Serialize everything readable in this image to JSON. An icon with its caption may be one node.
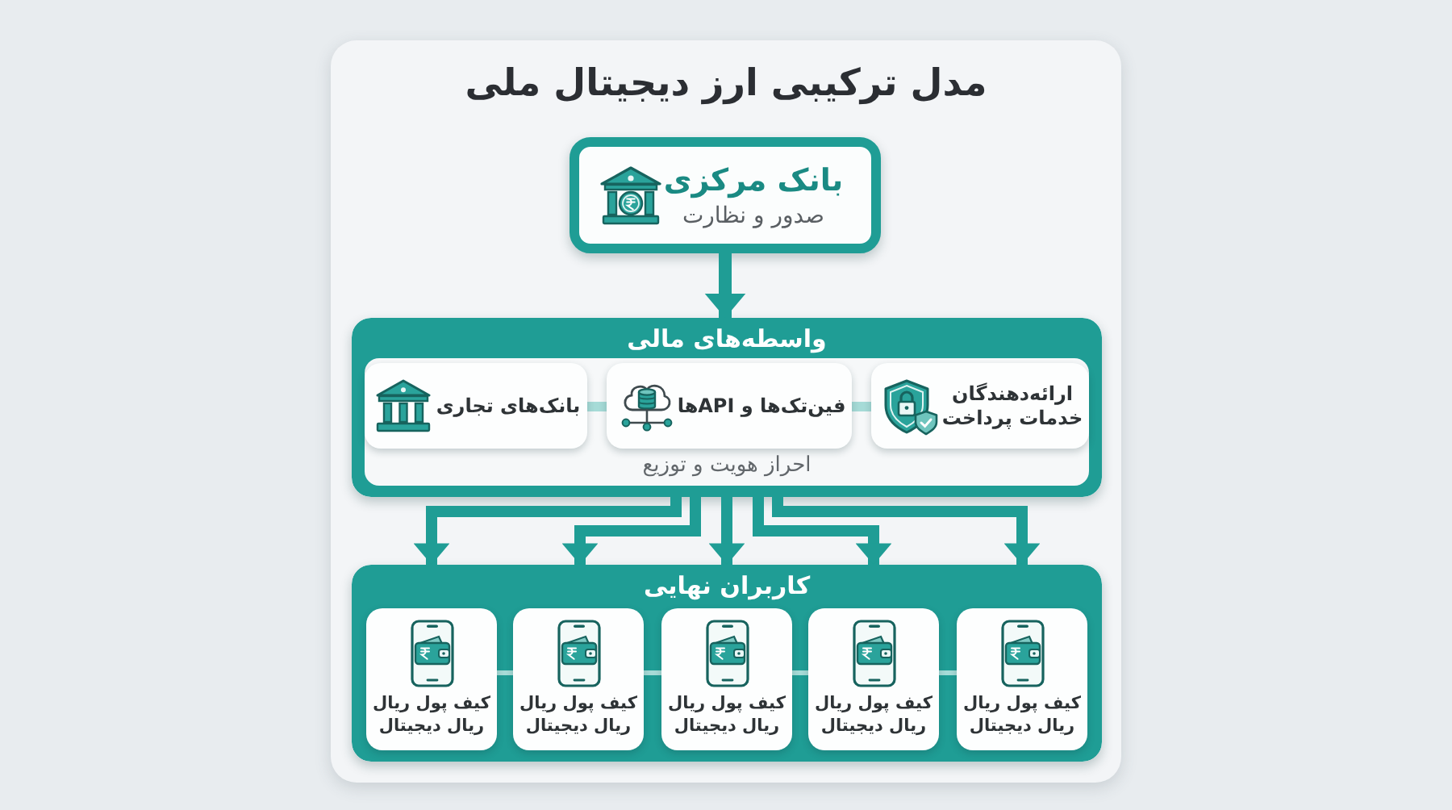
{
  "diagram": {
    "title": "مدل ترکیبی ارز دیجیتال ملی",
    "nodes": [
      {
        "text": [
          "بانک مرکزی",
          "صدور و نظارت"
        ]
      },
      {
        "text": [
          "واسطه‌های مالی",
          "احراز هویت و توزیع"
        ]
      },
      {
        "text": [
          "ارائه‌دهندگان خدمات پرداخت"
        ],
        "in": 1
      },
      {
        "text": [
          "فین‌تک‌ها و APIها"
        ],
        "in": 1
      },
      {
        "text": [
          "بانک‌های تجاری"
        ],
        "in": 1
      },
      {
        "text": [
          "کاربران نهایی"
        ]
      },
      {
        "text": [
          "کیف پول ریال ریال دیجیتال"
        ],
        "in": 5
      },
      {
        "text": [
          "کیف پول ریال ریال دیجیتال"
        ],
        "in": 5
      },
      {
        "text": [
          "کیف پول ریال ریال دیجیتال"
        ],
        "in": 5
      },
      {
        "text": [
          "کیف پول ریال ریال دیجیتال"
        ],
        "in": 5
      },
      {
        "text": [
          "کیف پول ریال ریال دیجیتال"
        ],
        "in": 5
      }
    ],
    "edges": [
      {
        "from": 0,
        "to": 1,
        "arrow": "to"
      },
      {
        "from": 1,
        "to": 5,
        "arrow": "to"
      },
      {
        "from": 1,
        "to": 5,
        "arrow": "to"
      },
      {
        "from": 1,
        "to": 5,
        "arrow": "to"
      },
      {
        "from": 1,
        "to": 5,
        "arrow": "to"
      },
      {
        "from": 1,
        "to": 5,
        "arrow": "to"
      },
      {
        "from": 2,
        "to": 3,
        "arrow": "none",
        "color": "#a6dbd7"
      },
      {
        "from": 3,
        "to": 4,
        "arrow": "none",
        "color": "#a6dbd7"
      },
      {
        "from": 6,
        "to": 7,
        "arrow": "none",
        "color": "#a6dbd7"
      },
      {
        "from": 7,
        "to": 8,
        "arrow": "none",
        "color": "#a6dbd7"
      },
      {
        "from": 8,
        "to": 9,
        "arrow": "none",
        "color": "#a6dbd7"
      },
      {
        "from": 9,
        "to": 10,
        "arrow": "none",
        "color": "#a6dbd7"
      }
    ]
  }
}
